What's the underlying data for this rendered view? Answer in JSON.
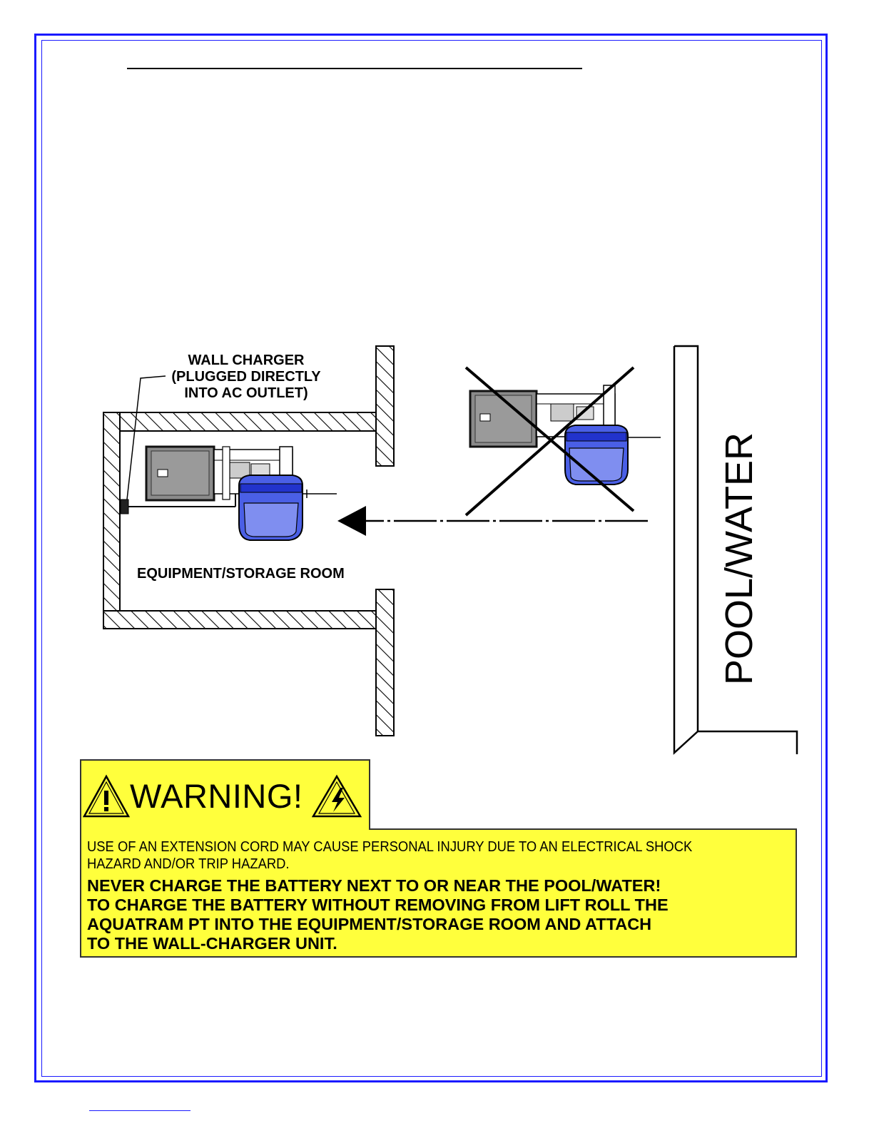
{
  "diagram": {
    "wall_charger_label": [
      "WALL CHARGER",
      "(PLUGGED DIRECTLY",
      "INTO AC OUTLET)"
    ],
    "room_label": "EQUIPMENT/STORAGE ROOM",
    "pool_label": "POOL/WATER"
  },
  "warning": {
    "title": "WARNING!",
    "line1": "USE OF AN EXTENSION CORD MAY CAUSE PERSONAL INJURY DUE TO AN ELECTRICAL SHOCK",
    "line2": "HAZARD AND/OR TRIP HAZARD.",
    "bold_lines": [
      "NEVER CHARGE  THE BATTERY  NEXT  TO  OR  NEAR THE POOL/WATER!",
      "TO CHARGE THE BATTERY WITHOUT REMOVING FROM LIFT ROLL THE",
      "AQUATRAM PT INTO THE EQUIPMENT/STORAGE ROOM AND ATTACH",
      "TO  THE  WALL-CHARGER  UNIT."
    ]
  },
  "colors": {
    "frame": "#1a1aff",
    "warning_bg": "#ffff3c",
    "lift_blue": "#3344dd",
    "battery_gray": "#8a8a8a"
  }
}
